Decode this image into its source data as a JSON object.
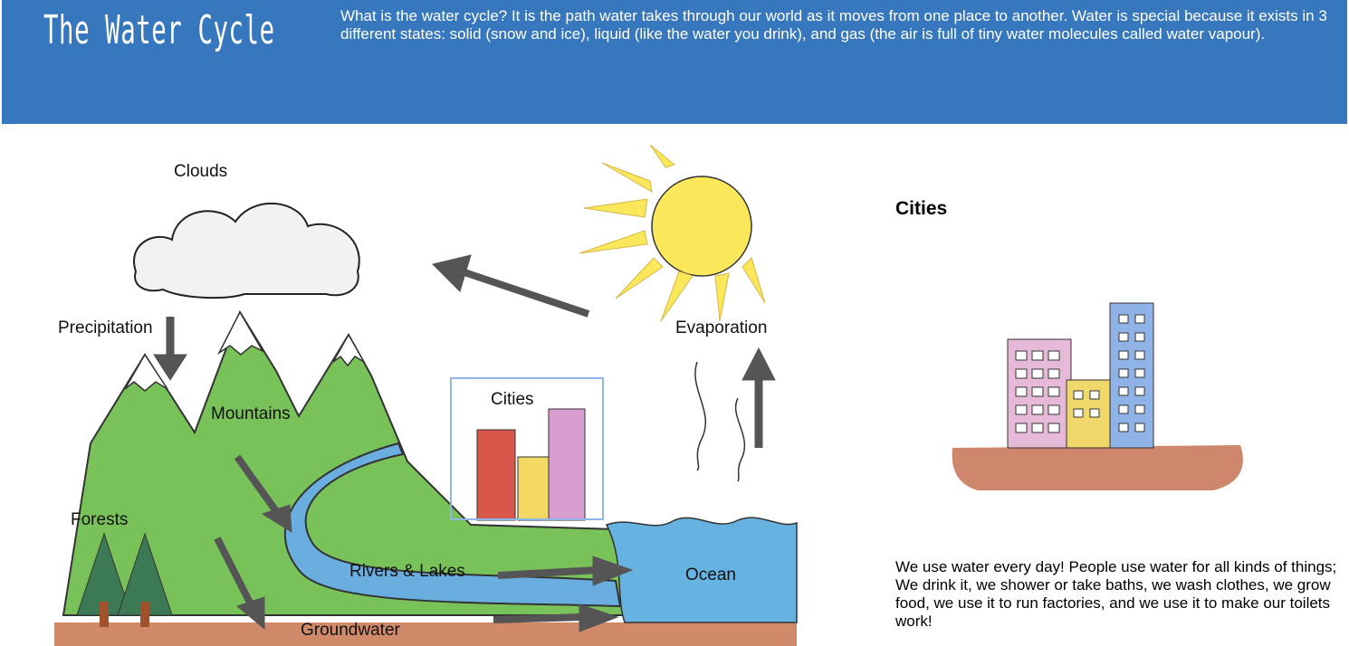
{
  "header": {
    "title": "The Water Cycle",
    "intro": "What is the water cycle? It is the path water takes through our world as it moves from one place to another. Water is special because it exists in 3 different states: solid (snow and ice), liquid (like the water you drink), and gas (the air is full of tiny water molecules called water vapour)."
  },
  "diagram": {
    "labels": {
      "clouds": "Clouds",
      "precipitation": "Precipitation",
      "mountains": "Mountains",
      "forests": "Forests",
      "cities": "Cities",
      "rivers": "Rivers & Lakes",
      "ocean": "Ocean",
      "evaporation": "Evaporation",
      "groundwater": "Groundwater"
    }
  },
  "detail": {
    "title": "Cities",
    "text": "We use water every day! People use water for all kinds of things; We drink it, we shower or take baths, we wash clothes, we grow food, we use it to run factories, and we use it to make our toilets work!"
  },
  "colors": {
    "header_bg": "#3777bd",
    "selection_border": "#8fb6e8"
  }
}
